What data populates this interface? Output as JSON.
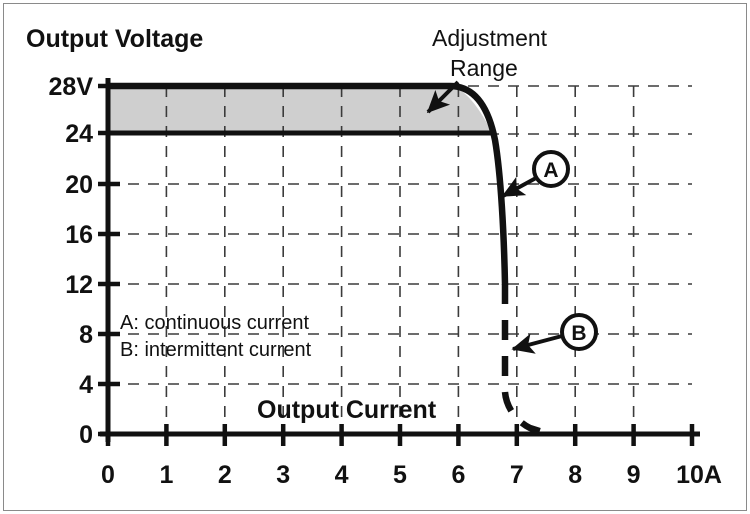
{
  "figure": {
    "border_color": "#8a8a8a",
    "background": "#ffffff"
  },
  "chart_data": {
    "type": "line",
    "title": "",
    "ylabel": "Output Voltage",
    "xlabel": "Output Current",
    "xlim": [
      0,
      10
    ],
    "ylim": [
      0,
      28
    ],
    "grid": true,
    "grid_style": "dashed",
    "x_ticks": [
      "0",
      "1",
      "2",
      "3",
      "4",
      "5",
      "6",
      "7",
      "8",
      "9",
      "10A"
    ],
    "x_tick_values": [
      0,
      1,
      2,
      3,
      4,
      5,
      6,
      7,
      8,
      9,
      10
    ],
    "y_ticks": [
      "0",
      "4",
      "8",
      "12",
      "16",
      "20",
      "24",
      "28V"
    ],
    "y_tick_values": [
      0,
      4,
      8,
      12,
      16,
      20,
      24,
      28
    ],
    "x_unit": "A",
    "y_unit": "V",
    "shaded_region": {
      "label": "Adjustment Range",
      "y_low": 24,
      "y_high": 28,
      "x_start": 0,
      "x_end": 6.1,
      "fill": "#cfcfcf",
      "edge_color": "#111111"
    },
    "series": [
      {
        "name": "A",
        "label": "A: continuous current",
        "style": "solid",
        "color": "#111111",
        "points": [
          [
            0.0,
            28.0
          ],
          [
            5.0,
            28.0
          ],
          [
            5.85,
            28.0
          ],
          [
            6.1,
            27.6
          ],
          [
            6.35,
            26.6
          ],
          [
            6.55,
            25.0
          ],
          [
            6.68,
            23.0
          ],
          [
            6.76,
            20.5
          ],
          [
            6.82,
            18.0
          ],
          [
            6.85,
            15.5
          ],
          [
            6.87,
            13.5
          ],
          [
            6.88,
            12.0
          ]
        ]
      },
      {
        "name": "B",
        "label": "B: intermittent current",
        "style": "dashed",
        "color": "#111111",
        "points": [
          [
            6.8,
            12.0
          ],
          [
            6.8,
            9.0
          ],
          [
            6.8,
            6.0
          ],
          [
            6.8,
            4.0
          ],
          [
            6.85,
            2.6
          ],
          [
            7.0,
            1.3
          ],
          [
            7.25,
            0.45
          ],
          [
            7.5,
            0.0
          ]
        ]
      }
    ],
    "legend": {
      "position": "inside-lower-left",
      "entries": [
        "A: continuous current",
        "B: intermittent current"
      ]
    },
    "annotations": [
      {
        "name": "adjustment-range",
        "text_line1": "Adjustment",
        "text_line2": "Range",
        "arrow_from": [
          6.0,
          27.8
        ],
        "arrow_to": [
          5.45,
          26.4
        ]
      },
      {
        "name": "marker-a",
        "label": "A",
        "circle_at": [
          7.56,
          20.95
        ],
        "arrow_to": [
          6.82,
          18.1
        ]
      },
      {
        "name": "marker-b",
        "label": "B",
        "circle_at": [
          8.04,
          7.5
        ],
        "arrow_to": [
          6.84,
          7.5
        ]
      }
    ]
  }
}
